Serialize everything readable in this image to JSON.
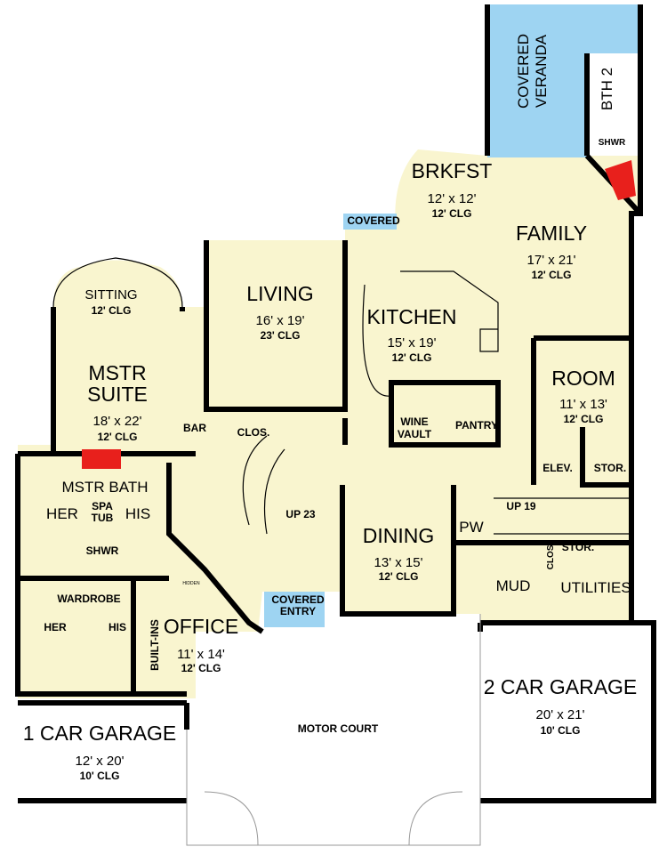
{
  "colors": {
    "interior": "#F9F5CF",
    "covered": "#9ED4F2",
    "fireplace": "#E8201C",
    "wall": "#000000"
  },
  "rooms": {
    "veranda": {
      "name1": "COVERED",
      "name2": "VERANDA"
    },
    "bath2": {
      "name": "BTH 2",
      "shower": "SHWR"
    },
    "brkfst": {
      "name": "BRKFST",
      "dims": "12' x 12'",
      "clg": "12' CLG"
    },
    "covered_porch": {
      "name": "COVERED"
    },
    "family": {
      "name": "FAMILY",
      "dims": "17' x 21'",
      "clg": "12' CLG"
    },
    "living": {
      "name": "LIVING",
      "dims": "16' x 19'",
      "clg": "23' CLG"
    },
    "kitchen": {
      "name": "KITCHEN",
      "dims": "15' x 19'",
      "clg": "12' CLG"
    },
    "sitting": {
      "name": "SITTING",
      "clg": "12' CLG"
    },
    "mstr_suite": {
      "name1": "MSTR",
      "name2": "SUITE",
      "dims": "18' x 22'",
      "clg": "12' CLG"
    },
    "bar": {
      "name": "BAR"
    },
    "clos": {
      "name": "CLOS."
    },
    "wine_vault": {
      "name1": "WINE",
      "name2": "VAULT"
    },
    "pantry": {
      "name": "PANTRY"
    },
    "room": {
      "name": "ROOM",
      "dims": "11' x 13'",
      "clg": "12' CLG"
    },
    "elev": {
      "name": "ELEV."
    },
    "stor1": {
      "name": "STOR."
    },
    "mstr_bath": {
      "name": "MSTR BATH",
      "her": "HER",
      "his": "HIS",
      "spa1": "SPA",
      "spa2": "TUB",
      "shower": "SHWR"
    },
    "stairs_main": {
      "label": "UP 23"
    },
    "stairs_rear": {
      "label": "UP 19"
    },
    "dining": {
      "name": "DINING",
      "dims": "13' x 15'",
      "clg": "12' CLG"
    },
    "pw": {
      "name": "PW"
    },
    "clos2": {
      "name": "CLOS."
    },
    "stor2": {
      "name": "STOR."
    },
    "mud": {
      "name": "MUD"
    },
    "utilities": {
      "name": "UTILITIES"
    },
    "wardrobe": {
      "name": "WARDROBE",
      "her": "HER",
      "his": "HIS"
    },
    "office": {
      "name": "OFFICE",
      "dims": "11' x 14'",
      "clg": "12' CLG",
      "builtins": "BUILT-INS",
      "hidden": "HIDDEN"
    },
    "covered_entry": {
      "name1": "COVERED",
      "name2": "ENTRY"
    },
    "garage1": {
      "name": "1 CAR GARAGE",
      "dims": "12' x 20'",
      "clg": "10' CLG"
    },
    "motor_court": {
      "name": "MOTOR COURT"
    },
    "garage2": {
      "name": "2 CAR GARAGE",
      "dims": "20' x 21'",
      "clg": "10' CLG"
    }
  }
}
